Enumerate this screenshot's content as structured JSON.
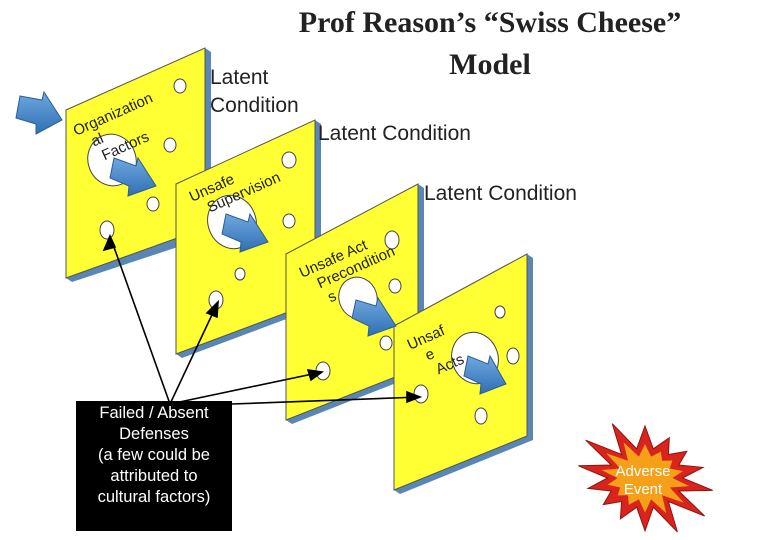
{
  "title": {
    "line1": "Prof Reason’s “Swiss Cheese”",
    "line2": "Model"
  },
  "latent_labels": [
    "Latent\nCondition",
    "Latent Condition",
    "Latent Condition"
  ],
  "slices": [
    {
      "label": "Organization\nal\nFactors"
    },
    {
      "label": "Unsafe\nSupervision"
    },
    {
      "label": "Unsafe Act\nPrecondition\ns"
    },
    {
      "label": "Unsaf\ne\nActs"
    }
  ],
  "callout": {
    "lines": [
      "Failed / Absent",
      "Defenses",
      "(a few could be",
      "attributed to",
      "cultural factors)"
    ]
  },
  "adverse_event": {
    "line1": "Adverse",
    "line2": "Event"
  },
  "colors": {
    "slice_face": "#ffff33",
    "slice_edge": "#5a86b5",
    "slice_outline": "#555555",
    "arrow": "#3f83c9",
    "burst_outer": "#d8241c",
    "burst_inner": "#f6a01a",
    "burst_text": "#ffffff",
    "callout_bg": "#000000"
  }
}
